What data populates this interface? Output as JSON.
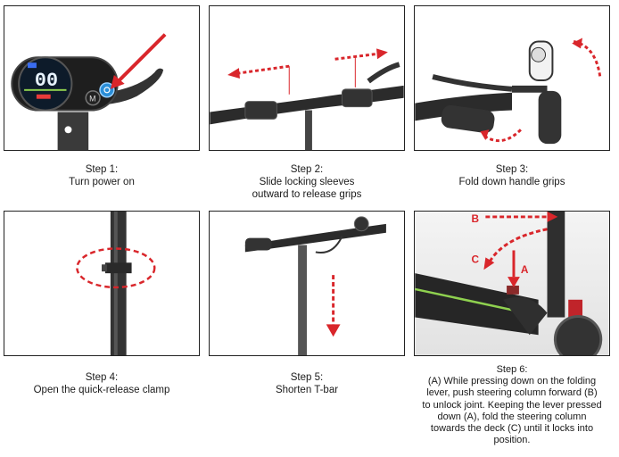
{
  "steps": [
    {
      "title": "Step 1:",
      "text": [
        "Turn power on"
      ],
      "display": {
        "speed": "00",
        "mode": "M"
      }
    },
    {
      "title": "Step 2:",
      "text": [
        "Slide locking sleeves",
        "outward to release grips"
      ]
    },
    {
      "title": "Step 3:",
      "text": [
        "Fold down handle grips"
      ]
    },
    {
      "title": "Step 4:",
      "text": [
        "Open the quick-release clamp"
      ]
    },
    {
      "title": "Step 5:",
      "text": [
        "Shorten T-bar"
      ]
    },
    {
      "title": "Step 6:",
      "text": [
        "(A) While pressing down on the folding",
        "lever, push steering column forward (B)",
        "to unlock joint. Keeping the lever pressed",
        "down (A), fold the steering column",
        "towards the deck (C) until it locks into",
        "position."
      ],
      "labels": {
        "a": "A",
        "b": "B",
        "c": "C"
      }
    }
  ],
  "colors": {
    "accent": "#d9262b",
    "deck_stripe": "#8fd14f",
    "frame": "#2b2b2b"
  }
}
